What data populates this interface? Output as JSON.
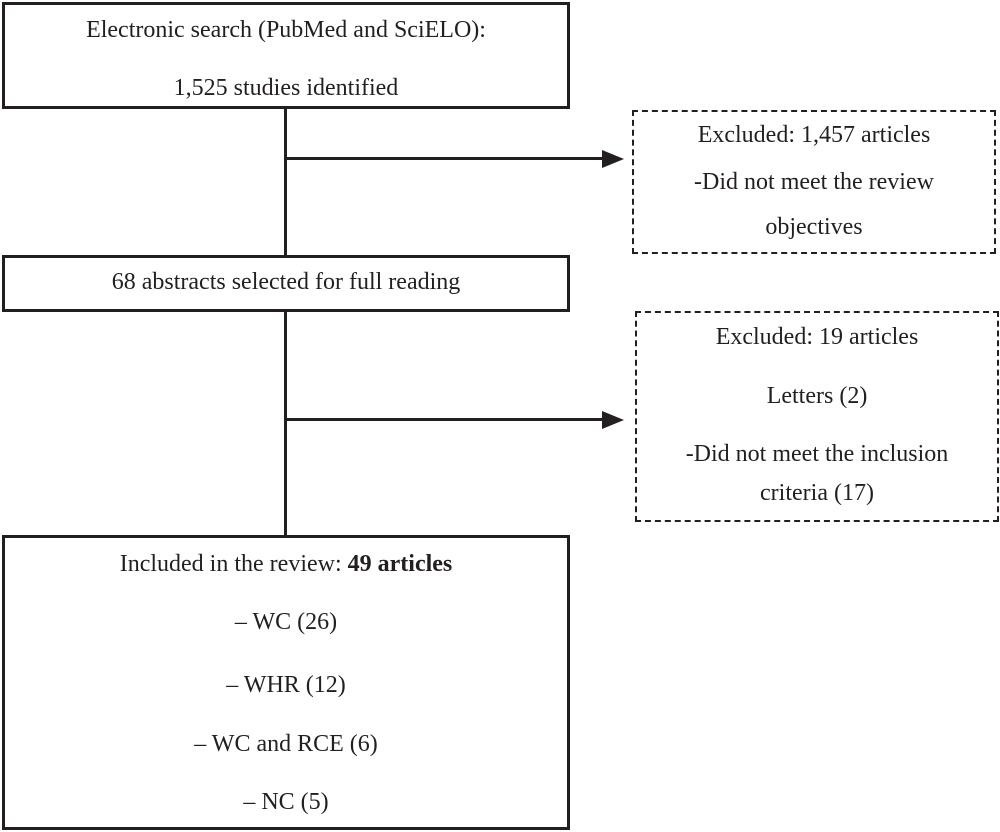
{
  "search_box": {
    "line1": "Electronic search (PubMed and SciELO):",
    "line2": "1,525 studies identified"
  },
  "excluded_1": {
    "line1": "Excluded: 1,457 articles",
    "line2": "-Did not meet the review",
    "line3": "objectives"
  },
  "selected_box": {
    "line1": "68 abstracts selected for full reading"
  },
  "excluded_2": {
    "line1": "Excluded: 19 articles",
    "line2": "Letters (2)",
    "line3": "-Did not meet the inclusion",
    "line4": "criteria (17)"
  },
  "included_box": {
    "prefix": "Included in the review: ",
    "count": "49 articles",
    "items": [
      "– WC (26)",
      "– WHR (12)",
      "– WC and RCE (6)",
      "– NC (5)"
    ]
  }
}
